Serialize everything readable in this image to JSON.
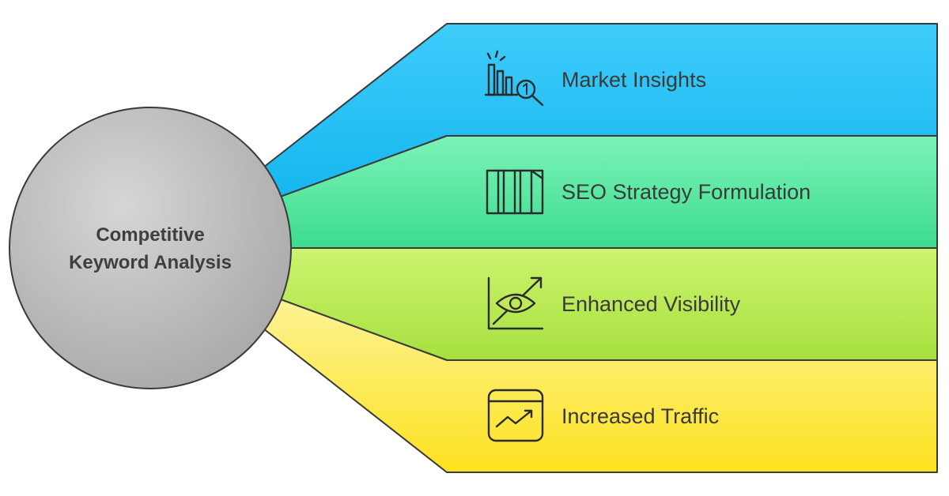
{
  "hub": {
    "title_line1": "Competitive",
    "title_line2": "Keyword Analysis"
  },
  "branches": [
    {
      "label": "Market Insights",
      "icon": "market-insights-icon",
      "color_top": "#3fccfb",
      "color_bottom": "#14b6ee"
    },
    {
      "label": "SEO Strategy Formulation",
      "icon": "seo-columns-icon",
      "color_top": "#7cf3b8",
      "color_bottom": "#3ddc8e"
    },
    {
      "label": "Enhanced Visibility",
      "icon": "eye-growth-icon",
      "color_top": "#cdf46e",
      "color_bottom": "#a6e03f"
    },
    {
      "label": "Increased Traffic",
      "icon": "traffic-chart-icon",
      "color_top": "#fdf39a",
      "color_bottom": "#fde21f"
    }
  ],
  "colors": {
    "hub_fill": "#c4c4c4",
    "hub_fill_dark": "#a9a9a9",
    "stroke": "#3a3a3a"
  }
}
